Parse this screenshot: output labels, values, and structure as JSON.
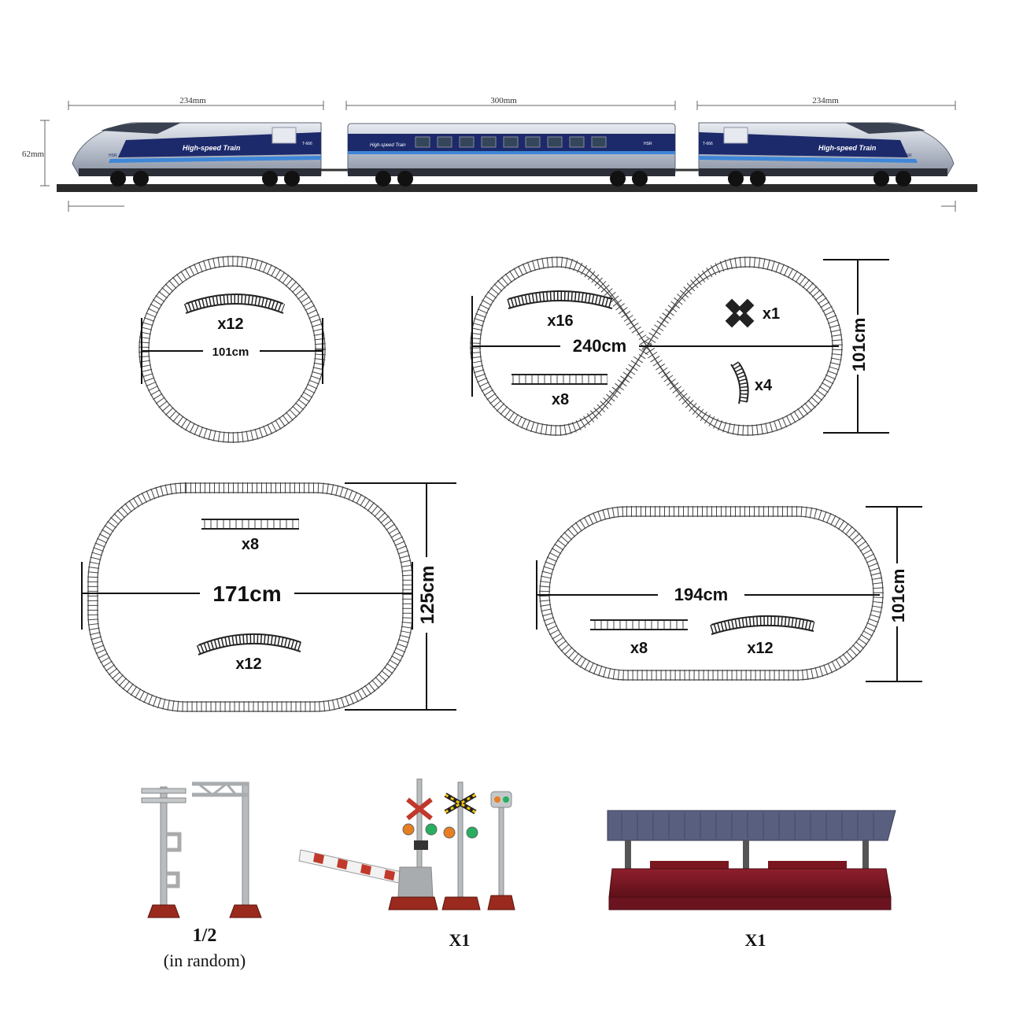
{
  "train": {
    "dims": {
      "front": "234mm",
      "middle": "300mm",
      "rear": "234mm",
      "height": "62mm"
    },
    "car_label_front": "High-speed Train",
    "car_label_rear": "High-speed Train",
    "car_label_middle": "High-speed Train",
    "car_code_front": "T-666",
    "car_code_rear": "T-666",
    "car_logo": "HSR",
    "colors": {
      "body": "#c9ced8",
      "band": "#1c2a6b",
      "stripe": "#3e86d8",
      "rail": "#2a2a2a"
    }
  },
  "layouts": [
    {
      "name": "circle",
      "size": "101cm",
      "pieces": [
        {
          "count": "x12",
          "type": "curve"
        }
      ]
    },
    {
      "name": "figure-eight",
      "size": "240cm",
      "height": "101cm",
      "pieces": [
        {
          "count": "x16",
          "type": "curve"
        },
        {
          "count": "x8",
          "type": "straight"
        },
        {
          "count": "x1",
          "type": "crossing"
        },
        {
          "count": "x4",
          "type": "short-curve"
        }
      ]
    },
    {
      "name": "oval-large",
      "size": "171cm",
      "height": "125cm",
      "pieces": [
        {
          "count": "x8",
          "type": "straight"
        },
        {
          "count": "x12",
          "type": "curve"
        }
      ]
    },
    {
      "name": "oval-long",
      "size": "194cm",
      "height": "101cm",
      "pieces": [
        {
          "count": "x8",
          "type": "straight"
        },
        {
          "count": "x12",
          "type": "curve"
        }
      ]
    }
  ],
  "accessories": [
    {
      "name": "catenary-poles",
      "qty": "1/2",
      "note": "(in random)"
    },
    {
      "name": "crossing-signals",
      "qty": "X1"
    },
    {
      "name": "station-platform",
      "qty": "X1"
    }
  ]
}
